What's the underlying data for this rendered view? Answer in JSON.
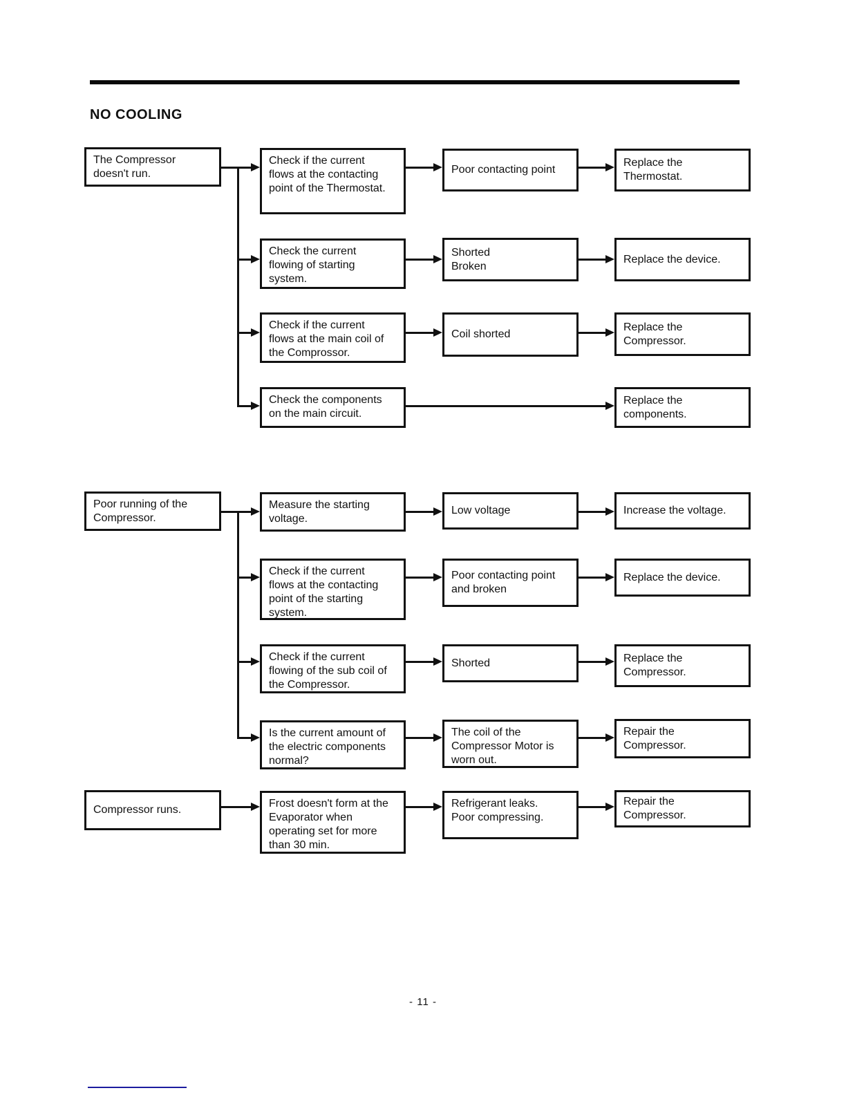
{
  "page": {
    "title": "NO COOLING",
    "page_number": "- 11 -"
  },
  "sections": [
    {
      "start": "The Compressor\ndoesn't run.",
      "rows": [
        {
          "check": "Check if the current\nflows at the contacting\npoint of the Thermostat.",
          "cause": "Poor contacting point",
          "remedy": "Replace the\nThermostat."
        },
        {
          "check": "Check the current\nflowing of starting\nsystem.",
          "cause": "Shorted\nBroken",
          "remedy": "Replace the device."
        },
        {
          "check": "Check if the current\nflows at the main coil of\nthe Comprossor.",
          "cause": "Coil shorted",
          "remedy": "Replace the\nCompressor."
        },
        {
          "check": "Check the components\non the main circuit.",
          "remedy": "Replace the\ncomponents."
        }
      ]
    },
    {
      "start": "Poor running of the\nCompressor.",
      "rows": [
        {
          "check": "Measure the starting\nvoltage.",
          "cause": "Low voltage",
          "remedy": "Increase the voltage."
        },
        {
          "check": "Check if the current\nflows at the contacting\npoint of the starting\nsystem.",
          "cause": "Poor contacting point\nand broken",
          "remedy": "Replace the device."
        },
        {
          "check": "Check if the current\nflowing of the sub coil of\nthe Compressor.",
          "cause": "Shorted",
          "remedy": "Replace the\nCompressor."
        },
        {
          "check": "Is the current amount of\nthe electric components\nnormal?",
          "cause": "The coil of the\nCompressor Motor is\nworn out.",
          "remedy": "Repair the\nCompressor."
        }
      ]
    },
    {
      "start": "Compressor runs.",
      "rows": [
        {
          "check": "Frost doesn't form at the\nEvaporator when\noperating set for more\nthan 30 min.",
          "cause": "Refrigerant leaks.\nPoor compressing.",
          "remedy": "Repair the\nCompressor."
        }
      ]
    }
  ]
}
